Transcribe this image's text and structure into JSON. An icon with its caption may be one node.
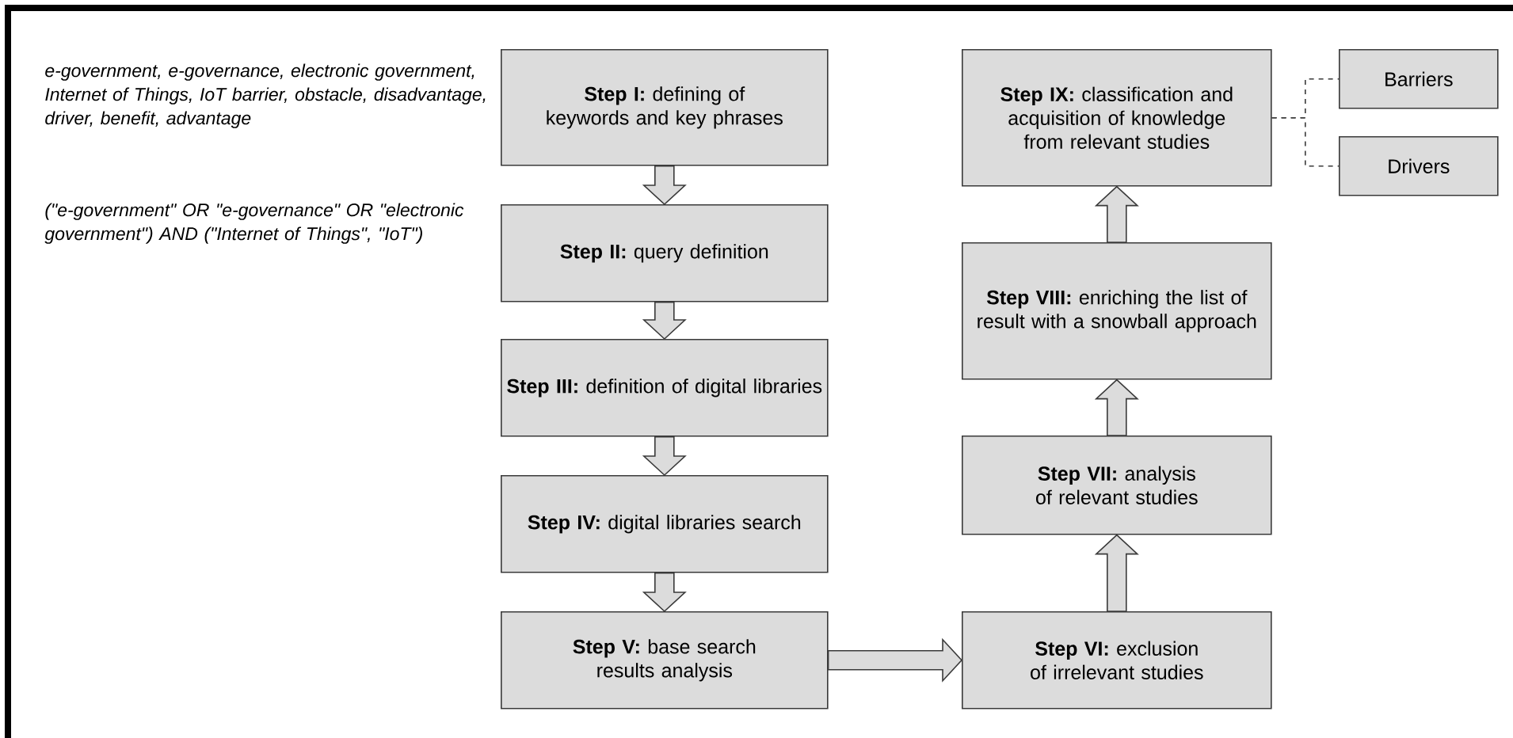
{
  "diagram": {
    "nodes": [
      {
        "text": [
          "**Step I:** defining of keywords and key phrases"
        ]
      },
      {
        "text": [
          "**Step II:** query definition"
        ]
      },
      {
        "text": [
          "**Step III:** definition of digital libraries"
        ]
      },
      {
        "text": [
          "**Step IV:** digital libraries search"
        ]
      },
      {
        "text": [
          "**Step V:** base search results analysis"
        ]
      },
      {
        "text": [
          "**Step VI:** exclusion of irrelevant studies"
        ]
      },
      {
        "text": [
          "**Step VII:** analysis of relevant studies"
        ]
      },
      {
        "text": [
          "**Step VIII:** enriching the list of result with a snowball approach"
        ]
      },
      {
        "text": [
          "**Step IX:** classification and acquisition of knowledge from relevant studies"
        ]
      },
      {
        "text": [
          "Barriers"
        ]
      },
      {
        "text": [
          "Drivers"
        ]
      }
    ],
    "edges": [
      {
        "from": 0,
        "to": 1,
        "arrow": "to"
      },
      {
        "from": 1,
        "to": 2,
        "arrow": "to"
      },
      {
        "from": 2,
        "to": 3,
        "arrow": "to"
      },
      {
        "from": 3,
        "to": 4,
        "arrow": "to"
      },
      {
        "from": 4,
        "to": 5,
        "arrow": "to"
      },
      {
        "from": 5,
        "to": 6,
        "arrow": "to"
      },
      {
        "from": 6,
        "to": 7,
        "arrow": "to"
      },
      {
        "from": 7,
        "to": 8,
        "arrow": "to"
      },
      {
        "from": 8,
        "to": 9,
        "arrow": "none",
        "style": "dashed"
      },
      {
        "from": 8,
        "to": 10,
        "arrow": "none",
        "style": "dashed"
      }
    ],
    "labels": [
      "e-government, e-governance, electronic government, Internet of Things, IoT barrier, obstacle, disadvantage, driver, benefit, advantage",
      "(\"e-government\" OR \"e-governance\" OR \"electronic government\") AND (\"Internet of Things\", \"IoT\")"
    ]
  }
}
